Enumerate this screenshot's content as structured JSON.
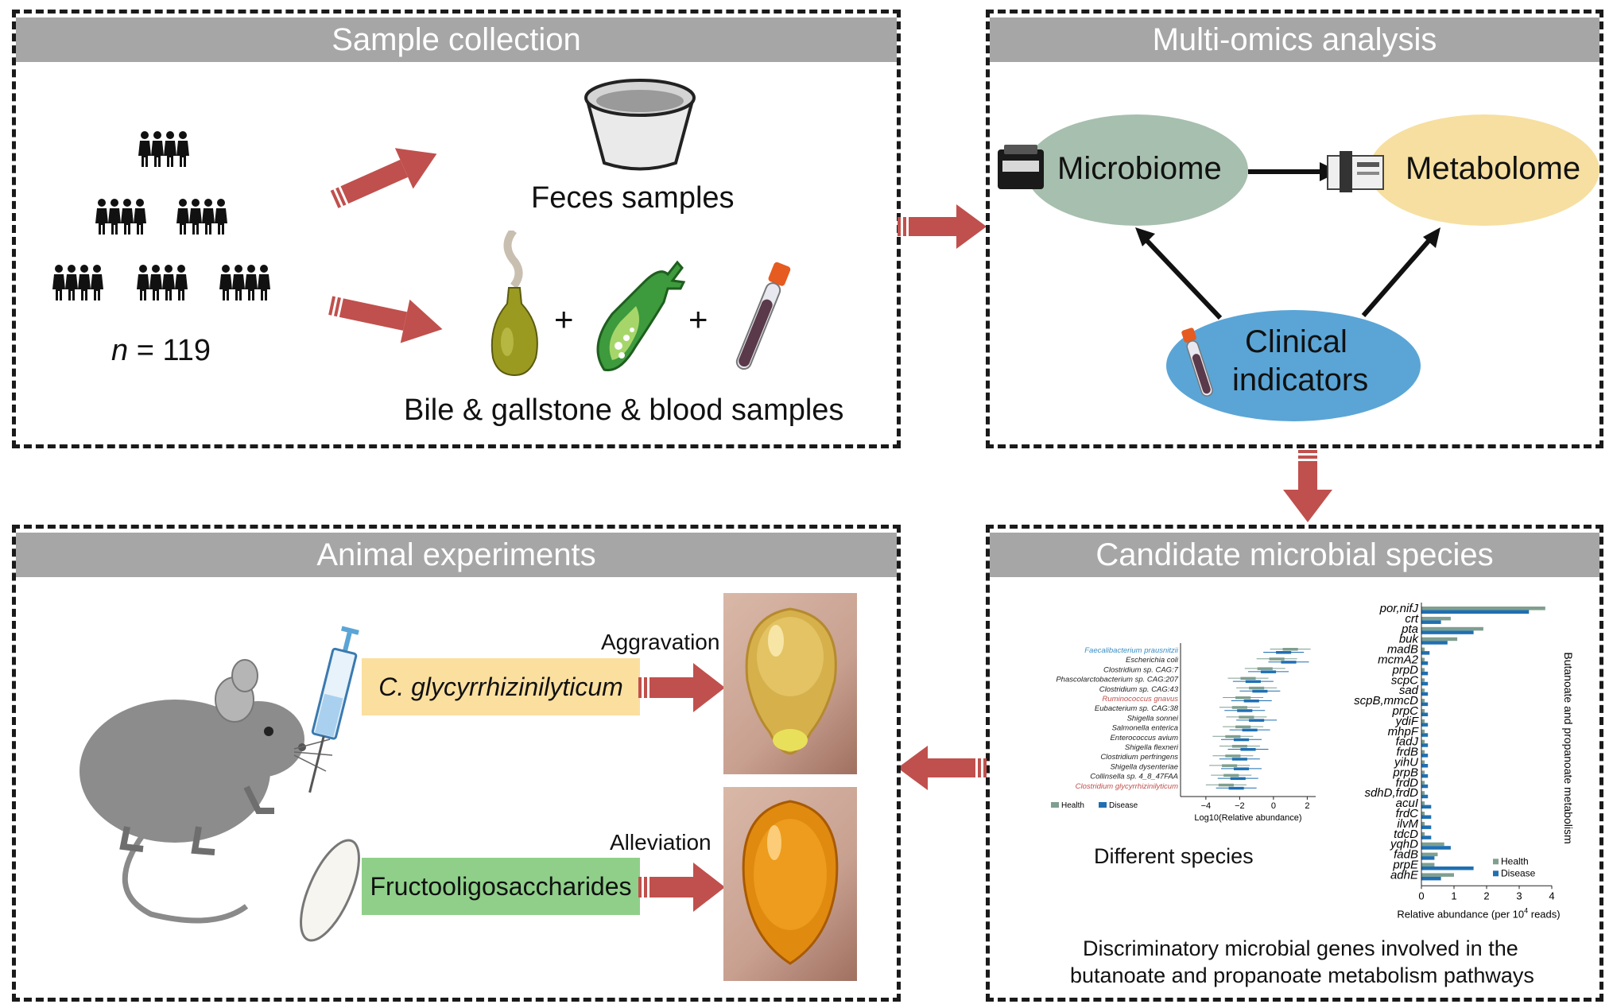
{
  "panels": {
    "sample": {
      "title": "Sample collection",
      "n_var": "n",
      "n_rest": "= 119",
      "feces": "Feces samples",
      "bile": "Bile & gallstone & blood samples",
      "plus": "+"
    },
    "omics": {
      "title": "Multi-omics analysis",
      "microbiome": "Microbiome",
      "metabolome": "Metabolome",
      "clinical_line1": "Clinical",
      "clinical_line2": "indicators"
    },
    "candidate": {
      "title": "Candidate microbial species",
      "different_species": "Different species",
      "genes_caption_line1": "Discriminatory microbial genes involved in the",
      "genes_caption_line2": "butanoate and propanoate metabolism pathways"
    },
    "animal": {
      "title": "Animal experiments",
      "species_label": "C. glycyrrhizinilyticum",
      "fos_label": "Fructooligosaccharides",
      "aggravation": "Aggravation",
      "alleviation": "Alleviation"
    }
  },
  "colors": {
    "header_bg": "#a6a6a6",
    "arrow_red": "#c0504d",
    "microbiome_fill": "#a7bfae",
    "metabolome_fill": "#f6dfa0",
    "clinical_fill": "#5aa5d6",
    "species_box": "#fbdf9f",
    "fos_box": "#8fcf8a",
    "health": "#7f9f8f",
    "disease": "#1f6fb2",
    "blue_text": "#3a8fc4",
    "red_text": "#c0504d"
  },
  "chart_data": [
    {
      "type": "bar",
      "orientation": "horizontal",
      "subtitle": "Different species",
      "xlabel": "Log10(Relative abundance)",
      "xticks": [
        -4,
        -2,
        0,
        2
      ],
      "xlim": [
        -5.5,
        2.5
      ],
      "legend": [
        "Health",
        "Disease"
      ],
      "legend_position": "bottom-left",
      "categories": [
        "Faecalibacterium prausnitzii",
        "Escherichia coli",
        "Clostridium sp. CAG:7",
        "Phascolarctobacterium sp. CAG:207",
        "Clostridium sp. CAG:43",
        "Ruminococcus gnavus",
        "Eubacterium sp. CAG:38",
        "Shigella sonnei",
        "Salmonella enterica",
        "Enterococcus avium",
        "Shigella flexneri",
        "Clostridium perfringens",
        "Shigella dysenteriae",
        "Collinsella sp. 4_8_47FAA",
        "Clostridium glycyrrhizinilyticum"
      ],
      "category_colors": [
        "blue",
        "black",
        "black",
        "black",
        "black",
        "red",
        "black",
        "black",
        "black",
        "black",
        "black",
        "black",
        "black",
        "black",
        "red"
      ],
      "series": [
        {
          "name": "Health",
          "values": [
            1.0,
            0.2,
            -0.5,
            -1.5,
            -1.0,
            -1.8,
            -2.0,
            -1.6,
            -1.8,
            -2.4,
            -2.0,
            -2.4,
            -2.6,
            -2.5,
            -2.8
          ]
        },
        {
          "name": "Disease",
          "values": [
            0.6,
            0.9,
            -0.3,
            -1.2,
            -0.8,
            -1.3,
            -1.7,
            -1.0,
            -1.4,
            -1.9,
            -1.5,
            -2.0,
            -1.9,
            -2.1,
            -2.2
          ]
        }
      ]
    },
    {
      "type": "bar",
      "orientation": "horizontal",
      "xlabel": "Relative abundance (per 10^4 reads)",
      "ylabel": "Butanoate and propanoate metabolism",
      "xticks": [
        0,
        1,
        2,
        3,
        4
      ],
      "xlim": [
        0,
        4
      ],
      "legend": [
        "Health",
        "Disease"
      ],
      "legend_position": "bottom-right",
      "categories": [
        "por,nifJ",
        "crt",
        "pta",
        "buk",
        "madB",
        "mcmA2",
        "prpD",
        "scpC",
        "sad",
        "scpB,mmcD",
        "prpC",
        "ydiF",
        "mhpF",
        "fadJ",
        "frdB",
        "yihU",
        "prpB",
        "frdD",
        "sdhD,frdD",
        "acuI",
        "frdC",
        "ilvM",
        "tdcD",
        "yqhD",
        "fadB",
        "prpE",
        "adhE"
      ],
      "series": [
        {
          "name": "Health",
          "values": [
            3.8,
            0.9,
            1.9,
            1.1,
            0.1,
            0.1,
            0.1,
            0.1,
            0.1,
            0.1,
            0.1,
            0.1,
            0.1,
            0.1,
            0.1,
            0.1,
            0.1,
            0.1,
            0.1,
            0.1,
            0.1,
            0.1,
            0.1,
            0.7,
            0.5,
            0.4,
            1.0
          ]
        },
        {
          "name": "Disease",
          "values": [
            3.3,
            0.6,
            1.6,
            0.8,
            0.25,
            0.2,
            0.2,
            0.2,
            0.2,
            0.2,
            0.2,
            0.2,
            0.2,
            0.2,
            0.2,
            0.2,
            0.2,
            0.2,
            0.2,
            0.3,
            0.3,
            0.3,
            0.3,
            0.9,
            0.4,
            1.6,
            0.6
          ]
        }
      ]
    }
  ]
}
